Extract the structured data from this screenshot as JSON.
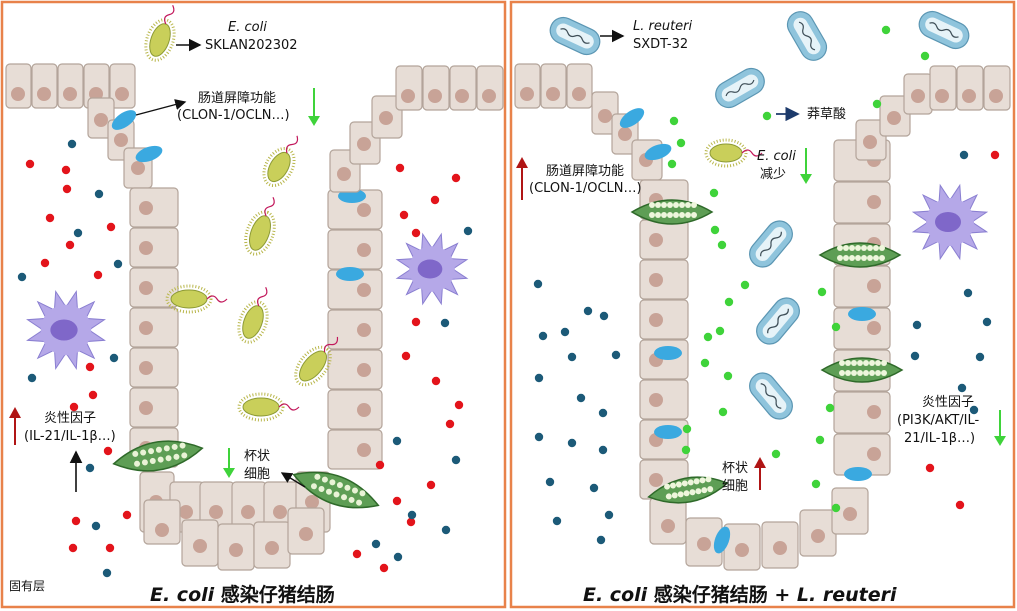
{
  "left_panel": {
    "bacteria_name": "E. coli",
    "strain": "SKLAN202302",
    "barrier_line1": "肠道屏障功能",
    "barrier_line2": "(CLON-1/OCLN…)",
    "inflammatory_line1": "炎性因子",
    "inflammatory_line2": "(IL-21/IL-1β…)",
    "goblet_line1": "杯状",
    "goblet_line2": "细胞",
    "lamina_propria": "固有层",
    "title_italic": "E. coli",
    "title_rest": " 感染仔猪结肠"
  },
  "right_panel": {
    "bacteria_name": "L. reuteri",
    "strain": "SXDT-32",
    "metabolite": "莽草酸",
    "barrier_line1": "肠道屏障功能",
    "barrier_line2": "(CLON-1/OCLN…)",
    "ecoli_line1": "E. coli",
    "ecoli_line2": "减少",
    "goblet_line1": "杯状",
    "goblet_line2": "细胞",
    "inflammatory_line1": "炎性因子",
    "inflammatory_line2": "(PI3K/AKT/IL-",
    "inflammatory_line3": "21/IL-1β…)",
    "title_italic1": "E. coli",
    "title_mid": " 感染仔猪结肠 + ",
    "title_italic2": "L. reuteri"
  },
  "colors": {
    "border": "#e8824a",
    "cell_fill": "#e7ddd6",
    "cell_stroke": "#b3a49a",
    "nucleus": "#c8a397",
    "tight_junction": "#3aa9e0",
    "goblet": "#5e9e55",
    "ecoli": "#c9cf5a",
    "lreuteri": "#8fc4dc",
    "dc": "#b5a8e8",
    "red_dot": "#e3141b",
    "blue_dot": "#1c5a78",
    "green_dot": "#3fd33a",
    "arrow_up": "#b01515",
    "arrow_down": "#3fd33a"
  }
}
